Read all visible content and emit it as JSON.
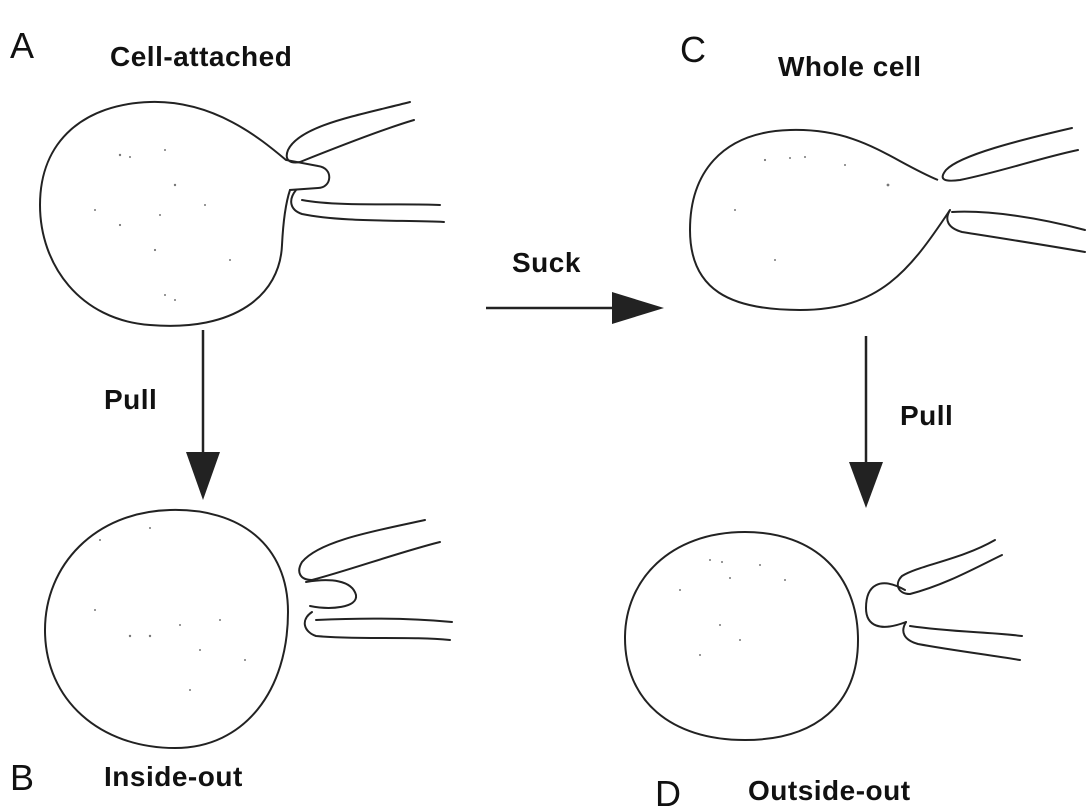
{
  "panels": {
    "a": {
      "letter": "A",
      "title": "Cell-attached"
    },
    "b": {
      "letter": "B",
      "title": "Inside-out"
    },
    "c": {
      "letter": "C",
      "title": "Whole cell"
    },
    "d": {
      "letter": "D",
      "title": "Outside-out"
    }
  },
  "arrows": {
    "a_to_c": "Suck",
    "a_to_b": "Pull",
    "c_to_d": "Pull"
  }
}
